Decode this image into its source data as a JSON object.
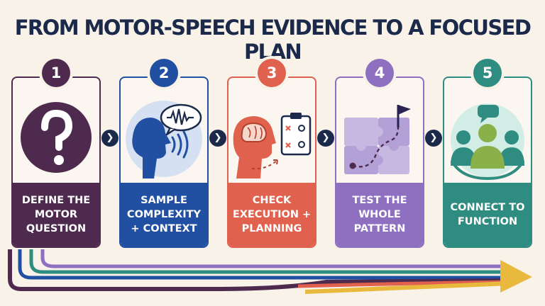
{
  "title": "FROM MOTOR-SPEECH EVIDENCE TO A FOCUSED PLAN",
  "colors": {
    "step1": "#4e2b4e",
    "step2": "#2150a3",
    "step3": "#e0614d",
    "step4": "#8e6fc0",
    "step5": "#2f8c80",
    "navy": "#1b2a4a"
  },
  "steps": [
    {
      "number": "1",
      "label": "DEFINE THE MOTOR QUESTION",
      "icon": "question-mark-icon"
    },
    {
      "number": "2",
      "label": "SAMPLE COMPLEXITY + CONTEXT",
      "icon": "speaking-head-icon"
    },
    {
      "number": "3",
      "label": "CHECK EXECUTION + PLANNING",
      "icon": "brain-clipboard-icon"
    },
    {
      "number": "4",
      "label": "TEST THE WHOLE PATTERN",
      "icon": "puzzle-flag-icon"
    },
    {
      "number": "5",
      "label": "CONNECT TO FUNCTION",
      "icon": "group-chat-icon"
    }
  ],
  "connector_icon": "chevron-right-icon"
}
